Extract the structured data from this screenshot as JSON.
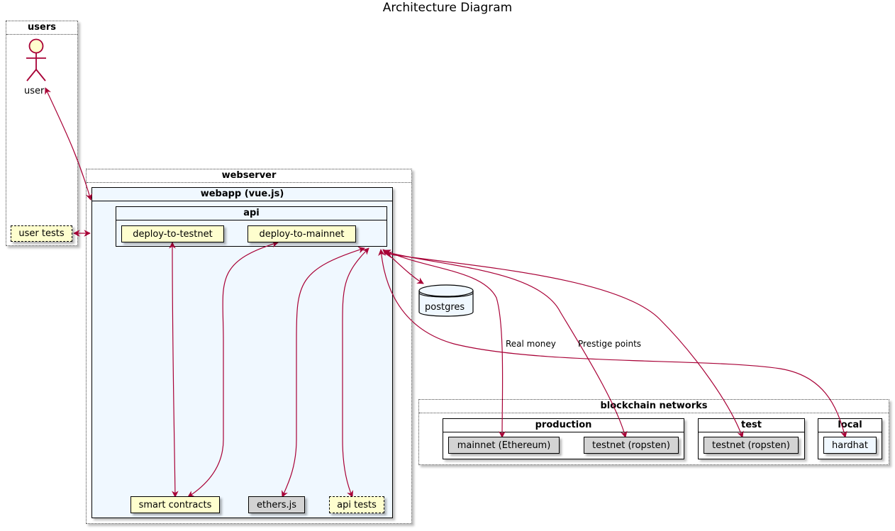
{
  "title": "Architecture Diagram",
  "frames": {
    "users": "users",
    "webserver": "webserver",
    "webapp": "webapp (vue.js)",
    "api": "api",
    "blockchain": "blockchain networks",
    "production": "production",
    "test": "test",
    "local": "local"
  },
  "nodes": {
    "user": "user",
    "user_tests": "user tests",
    "deploy_testnet": "deploy-to-testnet",
    "deploy_mainnet": "deploy-to-mainnet",
    "smart_contracts": "smart contracts",
    "ethers": "ethers.js",
    "api_tests": "api tests",
    "postgres": "postgres",
    "mainnet": "mainnet (Ethereum)",
    "testnet_prod": "testnet (ropsten)",
    "testnet_test": "testnet (ropsten)",
    "hardhat": "hardhat"
  },
  "edge_labels": {
    "real_money": "Real money",
    "prestige": "Prestige points"
  },
  "colors": {
    "edge": "#a80036",
    "component_fill": "#fefece",
    "library_fill": "#d3d3d3",
    "webapp_fill": "#f0f8ff",
    "actor_fill": "#fefece"
  }
}
